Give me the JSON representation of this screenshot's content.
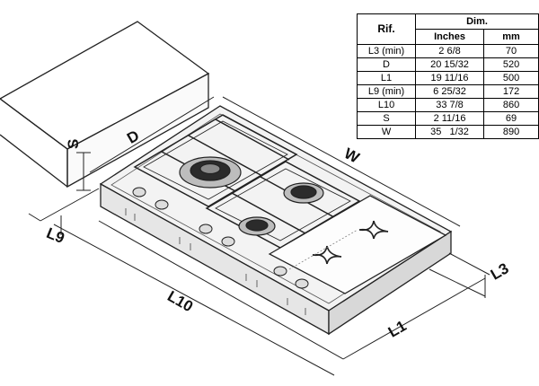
{
  "diagram": {
    "labels": {
      "S": "S",
      "D": "D",
      "W": "W",
      "L9": "L9",
      "L10": "L10",
      "L1": "L1",
      "L3": "L3"
    }
  },
  "dim_table": {
    "header_rif": "Rif.",
    "header_dim": "Dim.",
    "header_inches": "Inches",
    "header_mm": "mm",
    "rows": [
      {
        "rif": "L3 (min)",
        "inches": "2 6/8",
        "mm": "70"
      },
      {
        "rif": "D",
        "inches": "20 15/32",
        "mm": "520"
      },
      {
        "rif": "L1",
        "inches": "19 11/16",
        "mm": "500"
      },
      {
        "rif": "L9 (min)",
        "inches": "6 25/32",
        "mm": "172"
      },
      {
        "rif": "L10",
        "inches": "33 7/8",
        "mm": "860"
      },
      {
        "rif": "S",
        "inches": "2 11/16",
        "mm": "69"
      },
      {
        "rif": "W",
        "inches": "35   1/32",
        "mm": "890"
      }
    ]
  }
}
